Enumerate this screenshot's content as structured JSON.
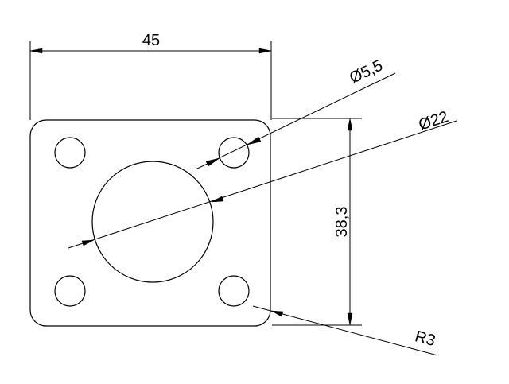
{
  "drawing": {
    "dimensions": {
      "width_label": "45",
      "hole_small_label": "Ø5,5",
      "hole_large_label": "Ø22",
      "height_label": "38,3",
      "corner_radius_label": "R3"
    },
    "colors": {
      "background": "#ffffff",
      "line": "#000000"
    }
  }
}
